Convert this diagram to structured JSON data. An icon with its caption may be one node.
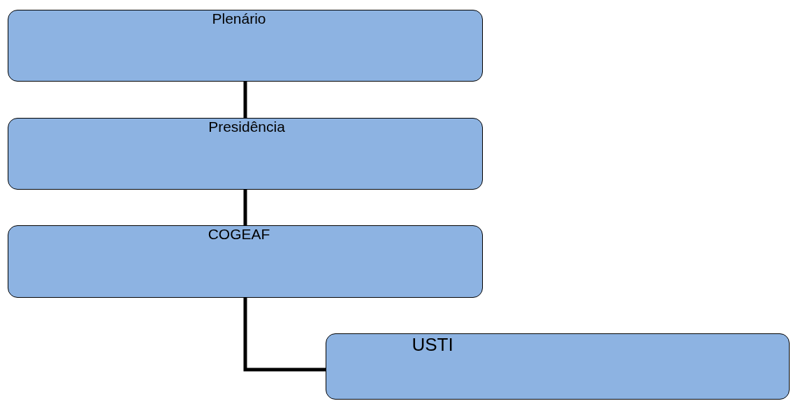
{
  "diagram": {
    "nodes": [
      {
        "text": [
          "Plenário"
        ]
      },
      {
        "text": [
          "Presidência"
        ]
      },
      {
        "text": [
          "COGEAF"
        ]
      },
      {
        "text": [
          "USTI"
        ]
      }
    ],
    "edges": [
      {
        "from": 0,
        "to": 1,
        "arrow": "none"
      },
      {
        "from": 1,
        "to": 2,
        "arrow": "none"
      },
      {
        "from": 2,
        "to": 3,
        "arrow": "none"
      }
    ]
  }
}
